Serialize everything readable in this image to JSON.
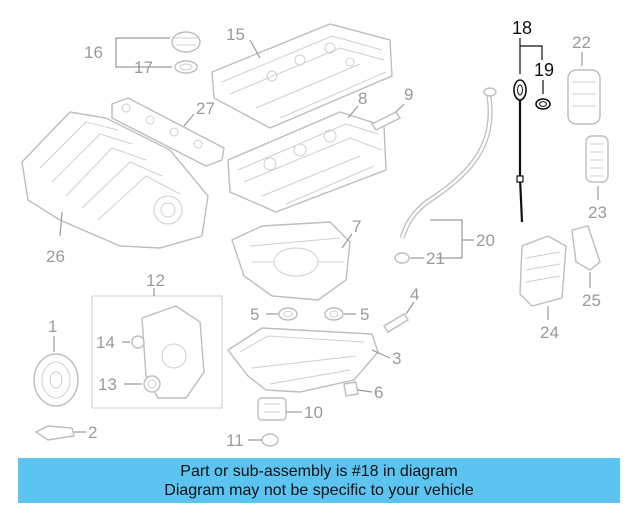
{
  "callouts": {
    "c1": "1",
    "c2": "2",
    "c3": "3",
    "c4": "4",
    "c5a": "5",
    "c5b": "5",
    "c6": "6",
    "c7": "7",
    "c8": "8",
    "c9": "9",
    "c10": "10",
    "c11": "11",
    "c12": "12",
    "c13": "13",
    "c14": "14",
    "c15": "15",
    "c16": "16",
    "c17": "17",
    "c18": "18",
    "c19": "19",
    "c20": "20",
    "c21": "21",
    "c22": "22",
    "c23": "23",
    "c24": "24",
    "c25": "25",
    "c26": "26",
    "c27": "27"
  },
  "highlight": {
    "parts": [
      "18",
      "19"
    ],
    "color": "#111111",
    "accent": "#5bc4f1"
  },
  "banner": {
    "line1": "Part or sub-assembly is #18 in diagram",
    "line2": "Diagram may not be specific to your vehicle"
  }
}
